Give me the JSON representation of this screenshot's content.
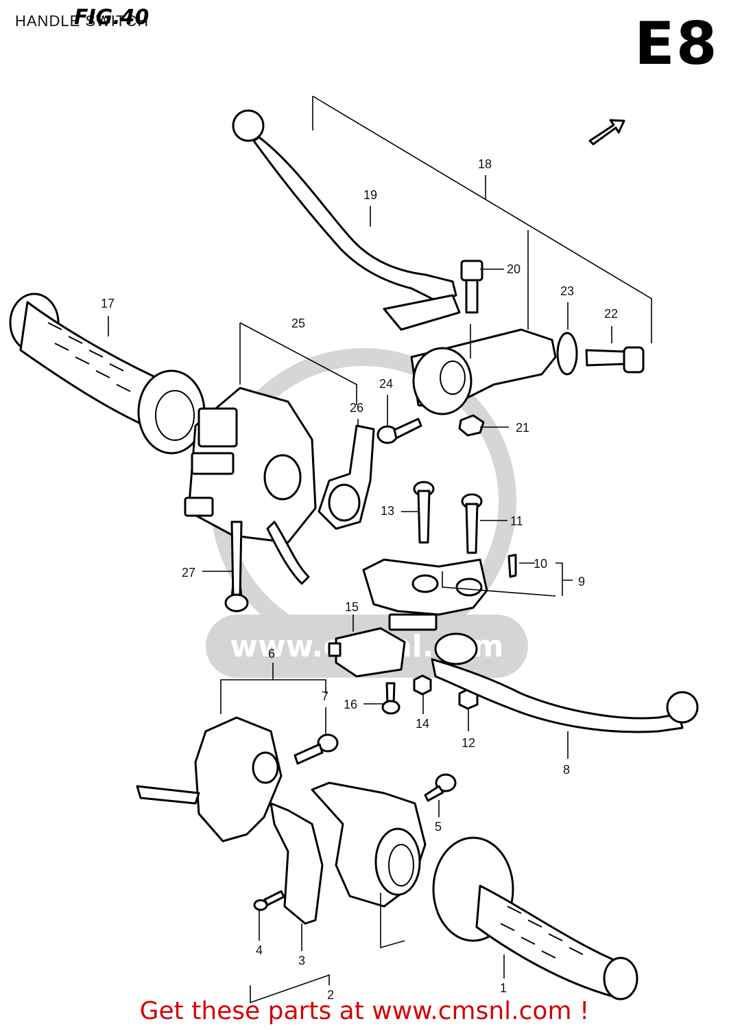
{
  "header": {
    "title": "HANDLE SWITCH",
    "figure_label": "FIG.40",
    "section_code": "E8"
  },
  "watermark": {
    "url": "www.cmsnl.com"
  },
  "footer": {
    "text": "Get these parts at www.cmsnl.com !"
  },
  "callouts": [
    {
      "num": "1"
    },
    {
      "num": "2"
    },
    {
      "num": "3"
    },
    {
      "num": "4"
    },
    {
      "num": "5"
    },
    {
      "num": "6"
    },
    {
      "num": "7"
    },
    {
      "num": "8"
    },
    {
      "num": "9"
    },
    {
      "num": "10"
    },
    {
      "num": "11"
    },
    {
      "num": "12"
    },
    {
      "num": "13"
    },
    {
      "num": "14"
    },
    {
      "num": "15"
    },
    {
      "num": "16"
    },
    {
      "num": "17"
    },
    {
      "num": "18"
    },
    {
      "num": "19"
    },
    {
      "num": "20"
    },
    {
      "num": "21"
    },
    {
      "num": "22"
    },
    {
      "num": "23"
    },
    {
      "num": "24"
    },
    {
      "num": "25"
    },
    {
      "num": "26"
    },
    {
      "num": "27"
    }
  ]
}
